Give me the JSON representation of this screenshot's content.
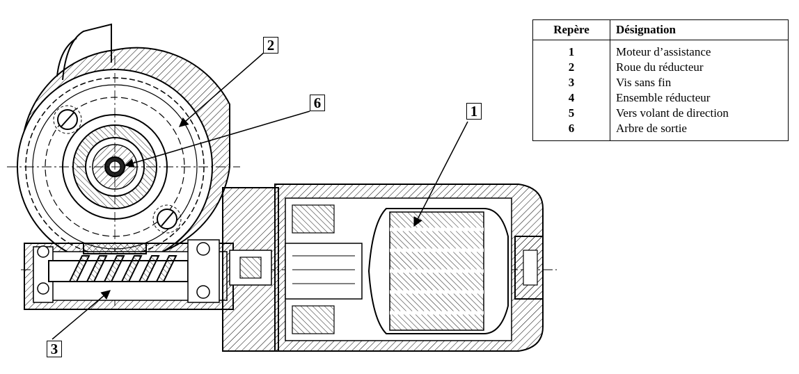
{
  "callouts": [
    "1",
    "2",
    "3",
    "6"
  ],
  "legend": {
    "headers": [
      "Repère",
      "Désignation"
    ],
    "rows": [
      {
        "num": "1",
        "label": "Moteur d’assistance"
      },
      {
        "num": "2",
        "label": "Roue du réducteur"
      },
      {
        "num": "3",
        "label": "Vis sans fin"
      },
      {
        "num": "4",
        "label": "Ensemble réducteur"
      },
      {
        "num": "5",
        "label": "Vers volant de direction"
      },
      {
        "num": "6",
        "label": "Arbre de sortie"
      }
    ]
  }
}
